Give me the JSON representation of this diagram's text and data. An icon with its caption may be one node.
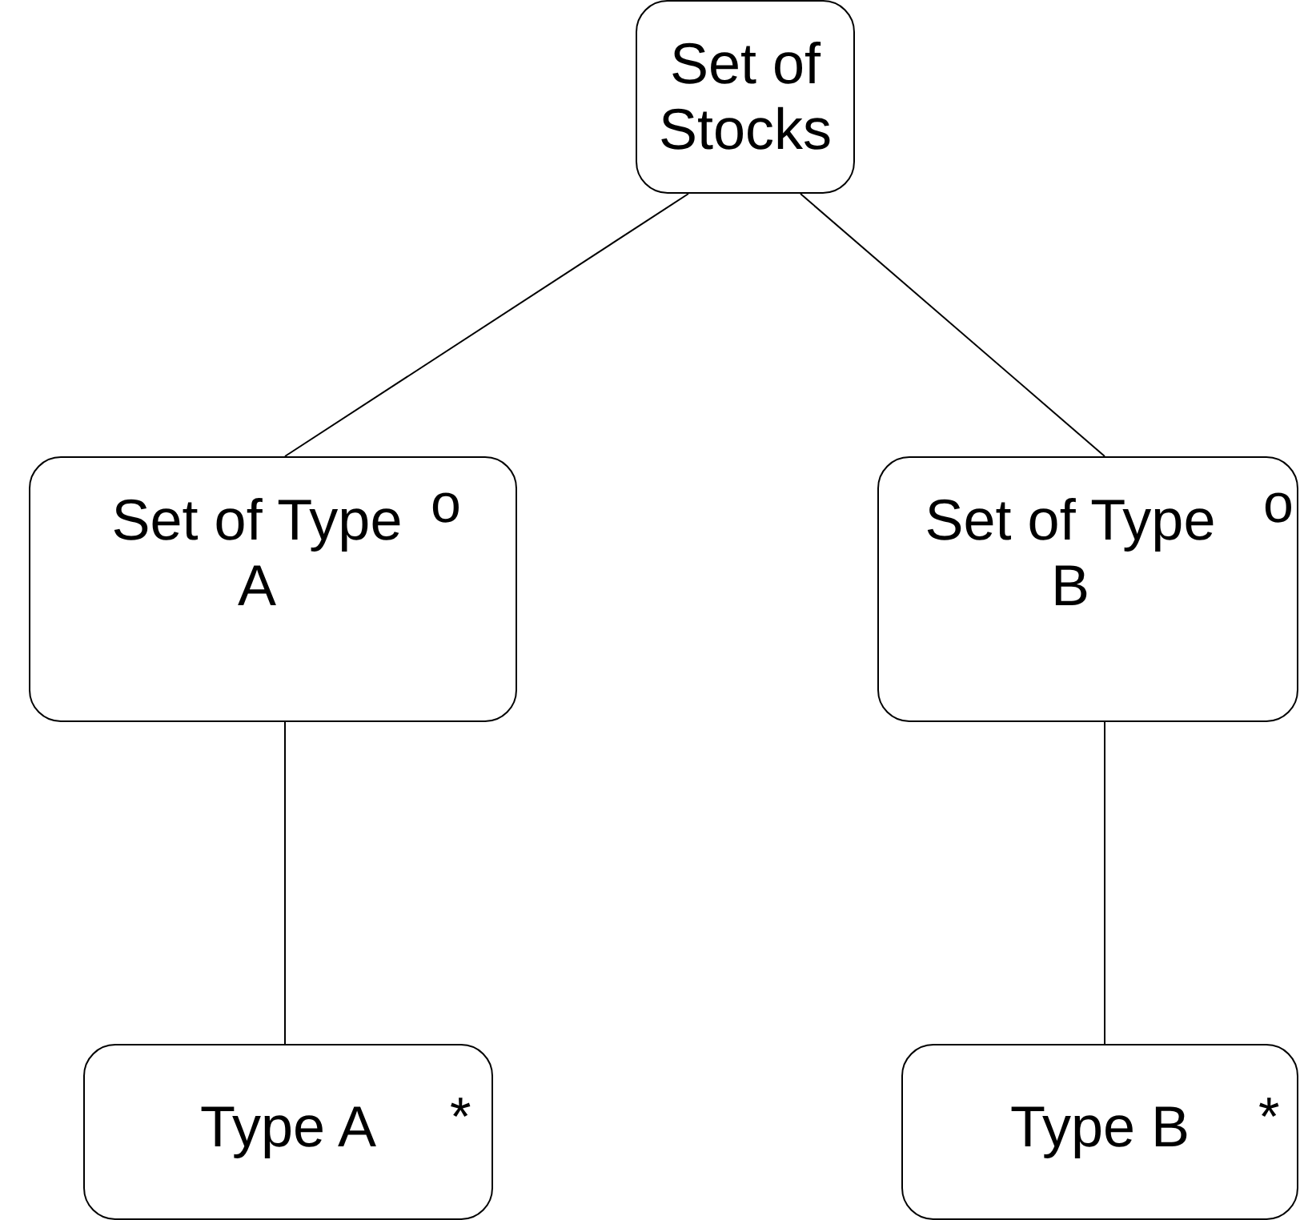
{
  "diagram": {
    "nodes": [
      {
        "text": [
          "Set of Stocks"
        ]
      },
      {
        "text": [
          "Set of Type A",
          "o"
        ]
      },
      {
        "text": [
          "Set of Type B",
          "o"
        ]
      },
      {
        "text": [
          "Type A",
          "*"
        ]
      },
      {
        "text": [
          "Type B",
          "*"
        ]
      }
    ],
    "edges": [
      {
        "from": 0,
        "to": 1,
        "arrow": "none"
      },
      {
        "from": 0,
        "to": 2,
        "arrow": "none"
      },
      {
        "from": 1,
        "to": 3,
        "arrow": "none"
      },
      {
        "from": 2,
        "to": 4,
        "arrow": "none"
      }
    ]
  }
}
